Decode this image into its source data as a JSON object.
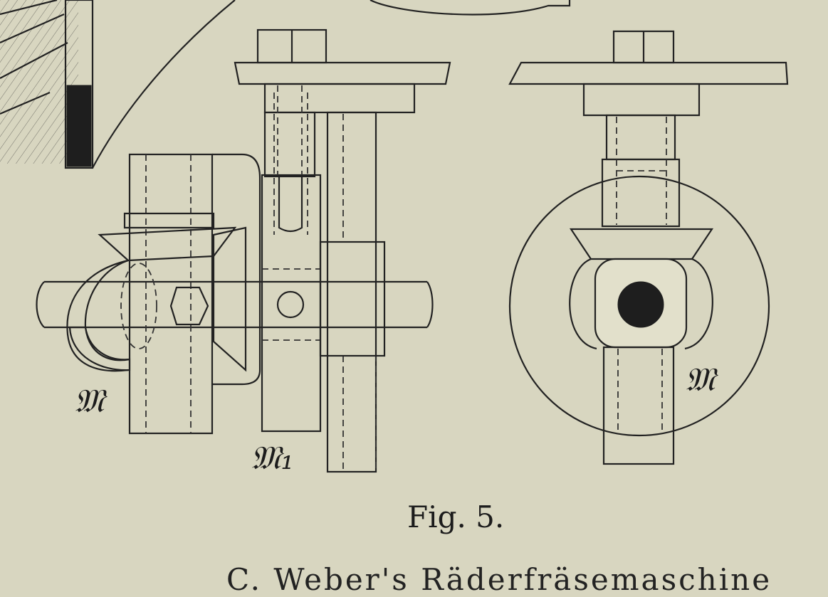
{
  "figure": {
    "caption": "Fig. 5.",
    "running_text": "C. Weber's Räderfräsemaschine",
    "labels": {
      "left_wheel": "𝔐",
      "center_part": "𝔐₁",
      "right_wheel": "𝔐"
    }
  },
  "colors": {
    "paper": "#d8d6c0",
    "ink": "#222222"
  }
}
